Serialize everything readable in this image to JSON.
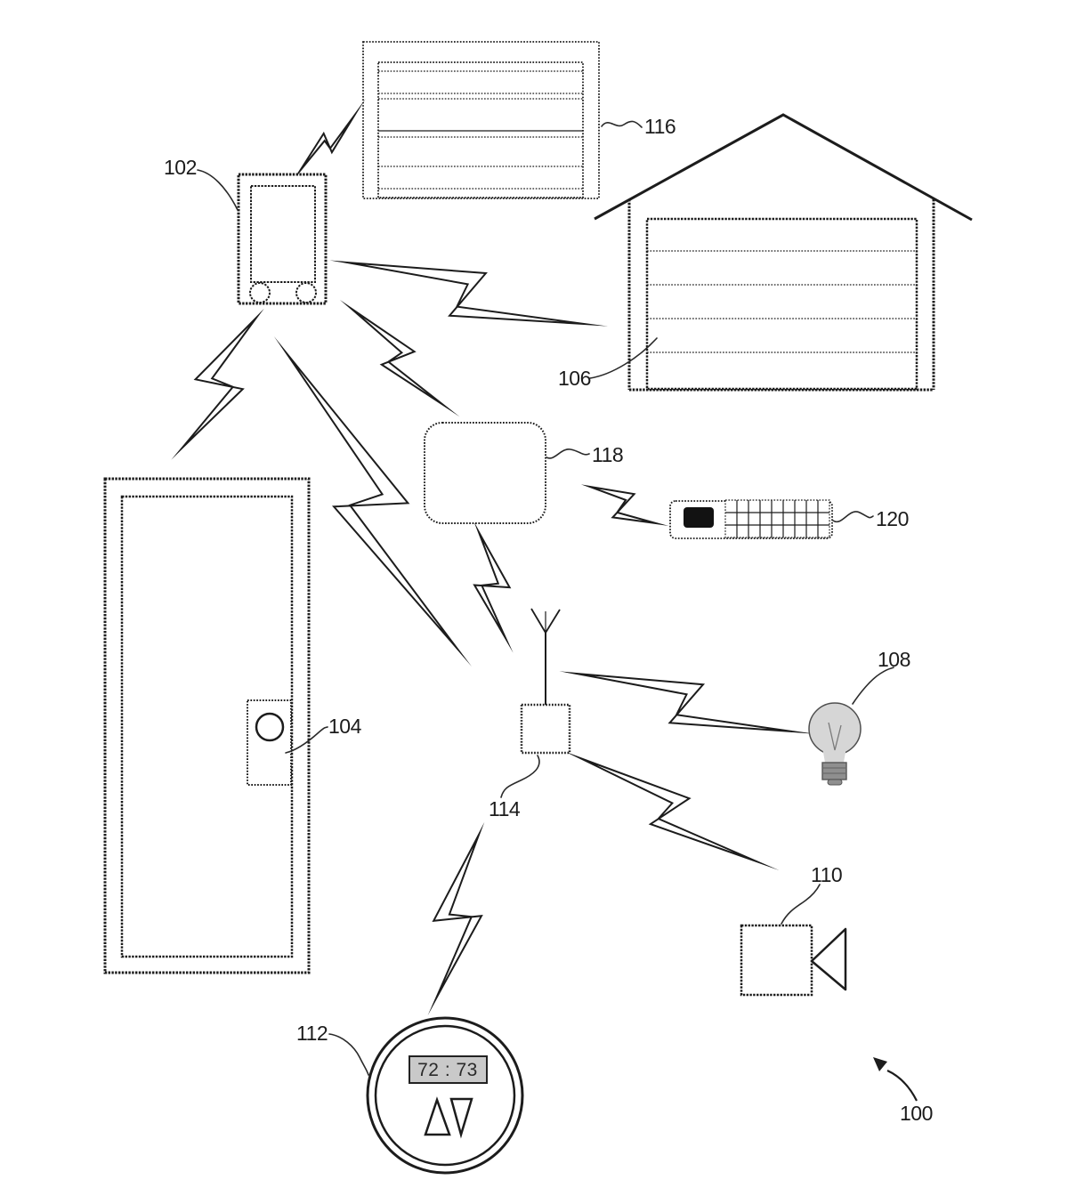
{
  "figure": {
    "thermostat_display": "72 : 73",
    "labels": {
      "system": "100",
      "mobile_device": "102",
      "door_lock": "104",
      "garage_door": "106",
      "light_bulb": "108",
      "camera": "110",
      "thermostat": "112",
      "hub": "114",
      "window_blinds": "116",
      "bridge": "118",
      "remote_control": "120"
    },
    "colors": {
      "line": "#1c1c1c",
      "background": "#ffffff",
      "bulb_glass": "#d6d6d6",
      "bulb_base": "#8f8f8f",
      "thermostat_display_bg": "#c9c9c9",
      "remote_screen": "#121212"
    }
  }
}
